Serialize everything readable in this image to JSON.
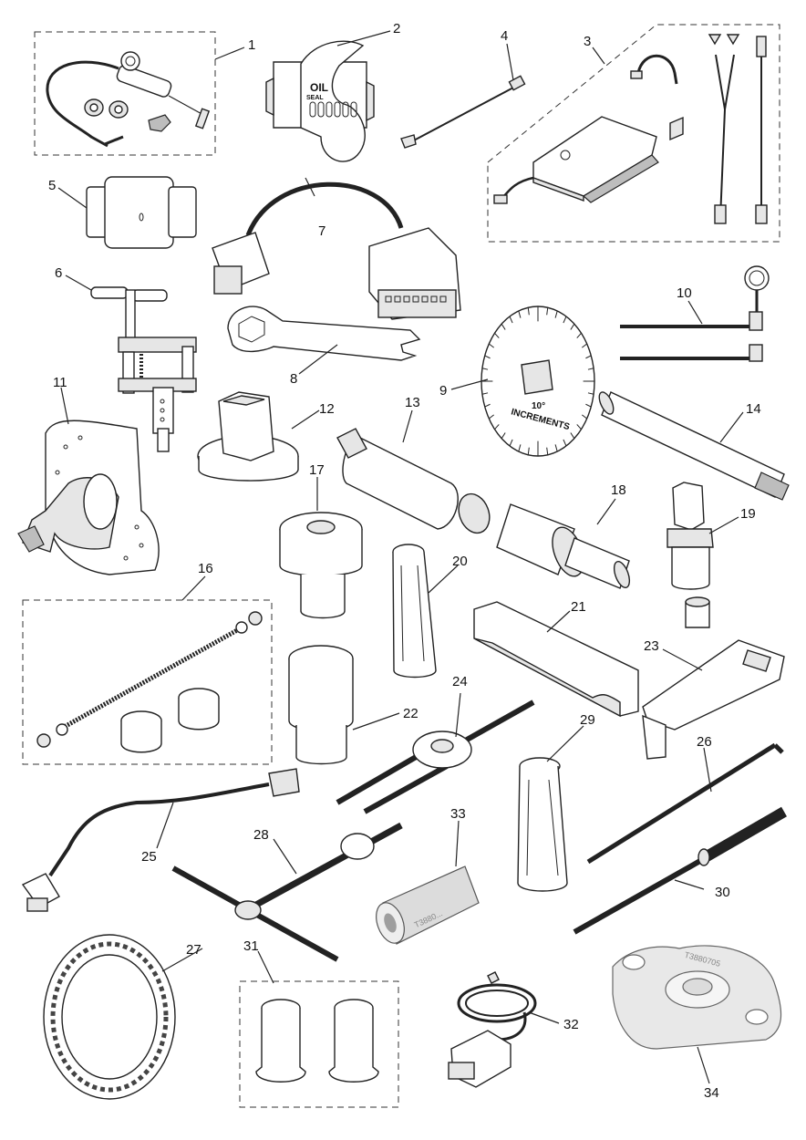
{
  "diagram": {
    "background": "#ffffff",
    "line_color": "#222222"
  },
  "callouts": {
    "c1": "1",
    "c2": "2",
    "c3": "3",
    "c4": "4",
    "c5": "5",
    "c6": "6",
    "c7": "7",
    "c8": "8",
    "c9": "9",
    "c10": "10",
    "c11": "11",
    "c12": "12",
    "c13": "13",
    "c14": "14",
    "c16": "16",
    "c17": "17",
    "c18": "18",
    "c19": "19",
    "c20": "20",
    "c21": "21",
    "c22": "22",
    "c23": "23",
    "c24": "24",
    "c25": "25",
    "c26": "26",
    "c27": "27",
    "c28": "28",
    "c29": "29",
    "c30": "30",
    "c31": "31",
    "c32": "32",
    "c33": "33",
    "c34": "34"
  },
  "part_markings": {
    "oil_seal_line1": "OIL",
    "oil_seal_line2": "SEAL",
    "degree_wheel_line1": "10°",
    "degree_wheel_line2": "INCREMENTS",
    "part33_stamp": "T3880...",
    "part34_stamp": "T3880705"
  }
}
